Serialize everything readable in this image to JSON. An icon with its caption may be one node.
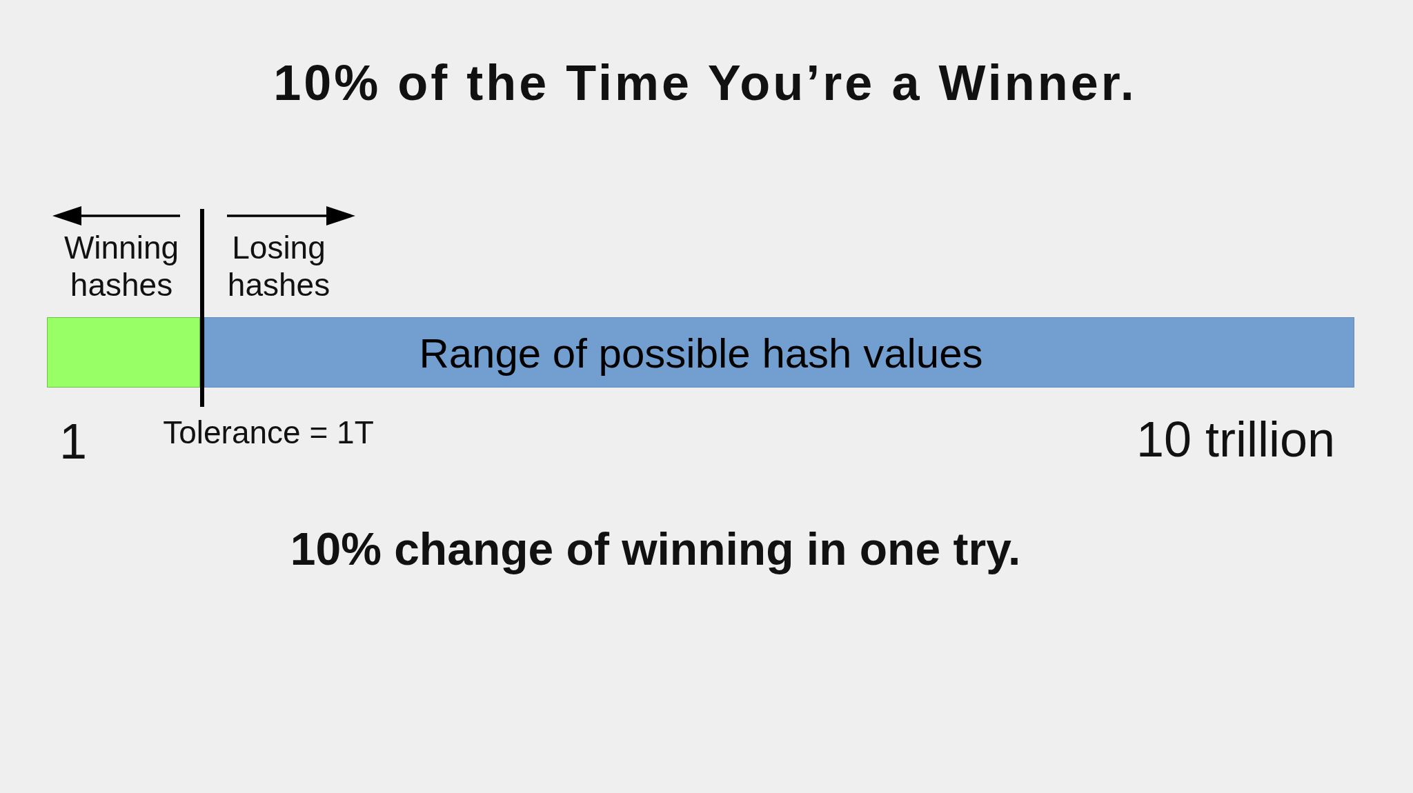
{
  "diagram": {
    "title": "10% of the Time You’re a Winner.",
    "caption": "10% change of winning in one try.",
    "nodes": [
      {
        "text": [],
        "shape": "bar"
      },
      {
        "text": [
          "Range of possible hash values"
        ]
      }
    ],
    "labels": [
      "Winning hashes",
      "Losing hashes",
      "1",
      "Tolerance = 1T",
      "10 trillion"
    ]
  }
}
